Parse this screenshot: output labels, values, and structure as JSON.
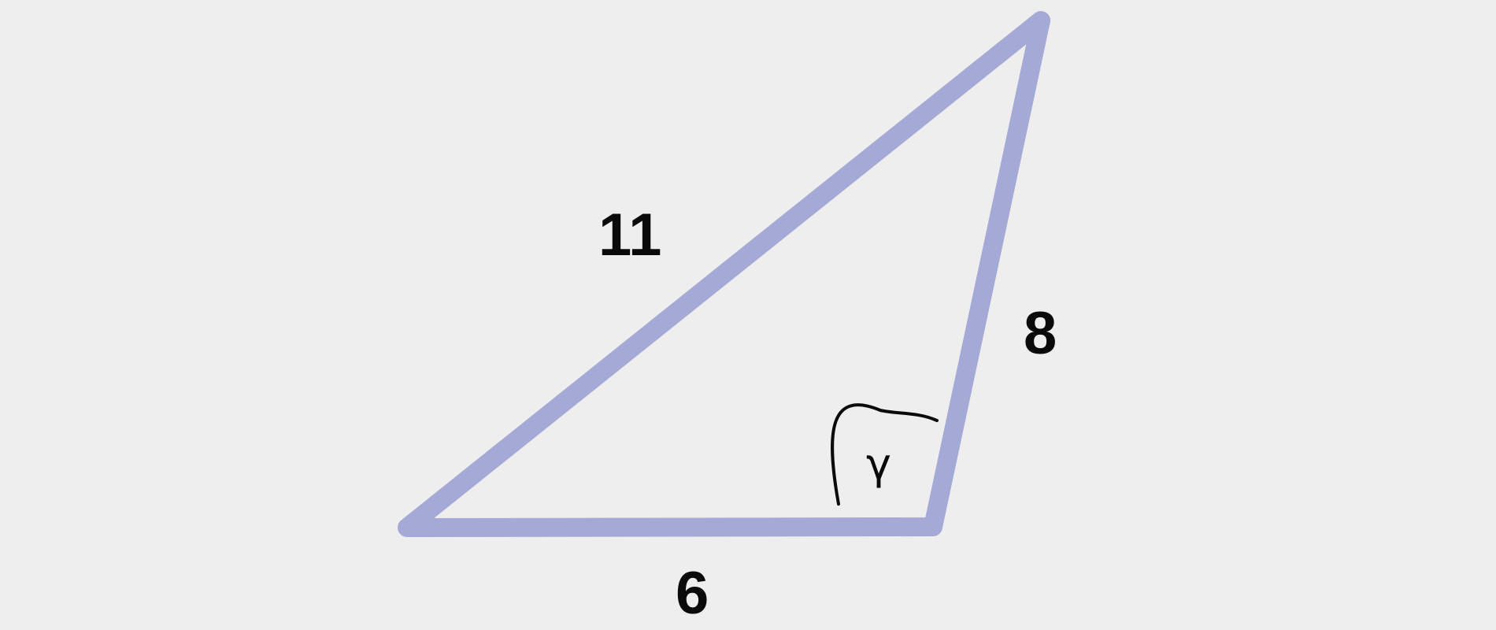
{
  "diagram": {
    "sides": {
      "top_left": "11",
      "right": "8",
      "bottom": "6"
    },
    "angle": {
      "symbol": "γ"
    },
    "colors": {
      "background": "#eeeeee",
      "triangle_stroke": "#a5a9d6",
      "text": "#0a0a0a",
      "arc": "#0a0a0a"
    }
  }
}
